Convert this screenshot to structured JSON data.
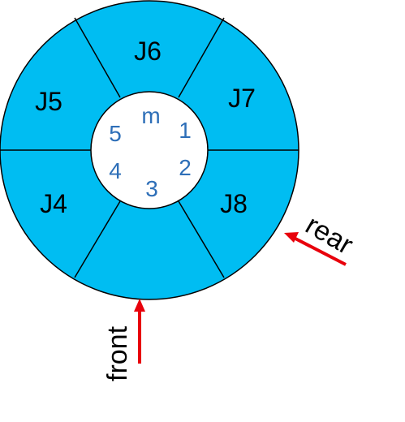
{
  "queue": {
    "slots": [
      "J6",
      "J7",
      "J8",
      "",
      "J4",
      "J5"
    ],
    "indices": [
      "m",
      "1",
      "2",
      "3",
      "4",
      "5"
    ]
  },
  "pointers": {
    "front": "front",
    "rear": "rear"
  },
  "colors": {
    "ring_fill": "#00bdf2",
    "outline": "#000000",
    "inner_fill": "#ffffff",
    "index_text": "#2e6fb8",
    "arrow": "#e8000b"
  }
}
